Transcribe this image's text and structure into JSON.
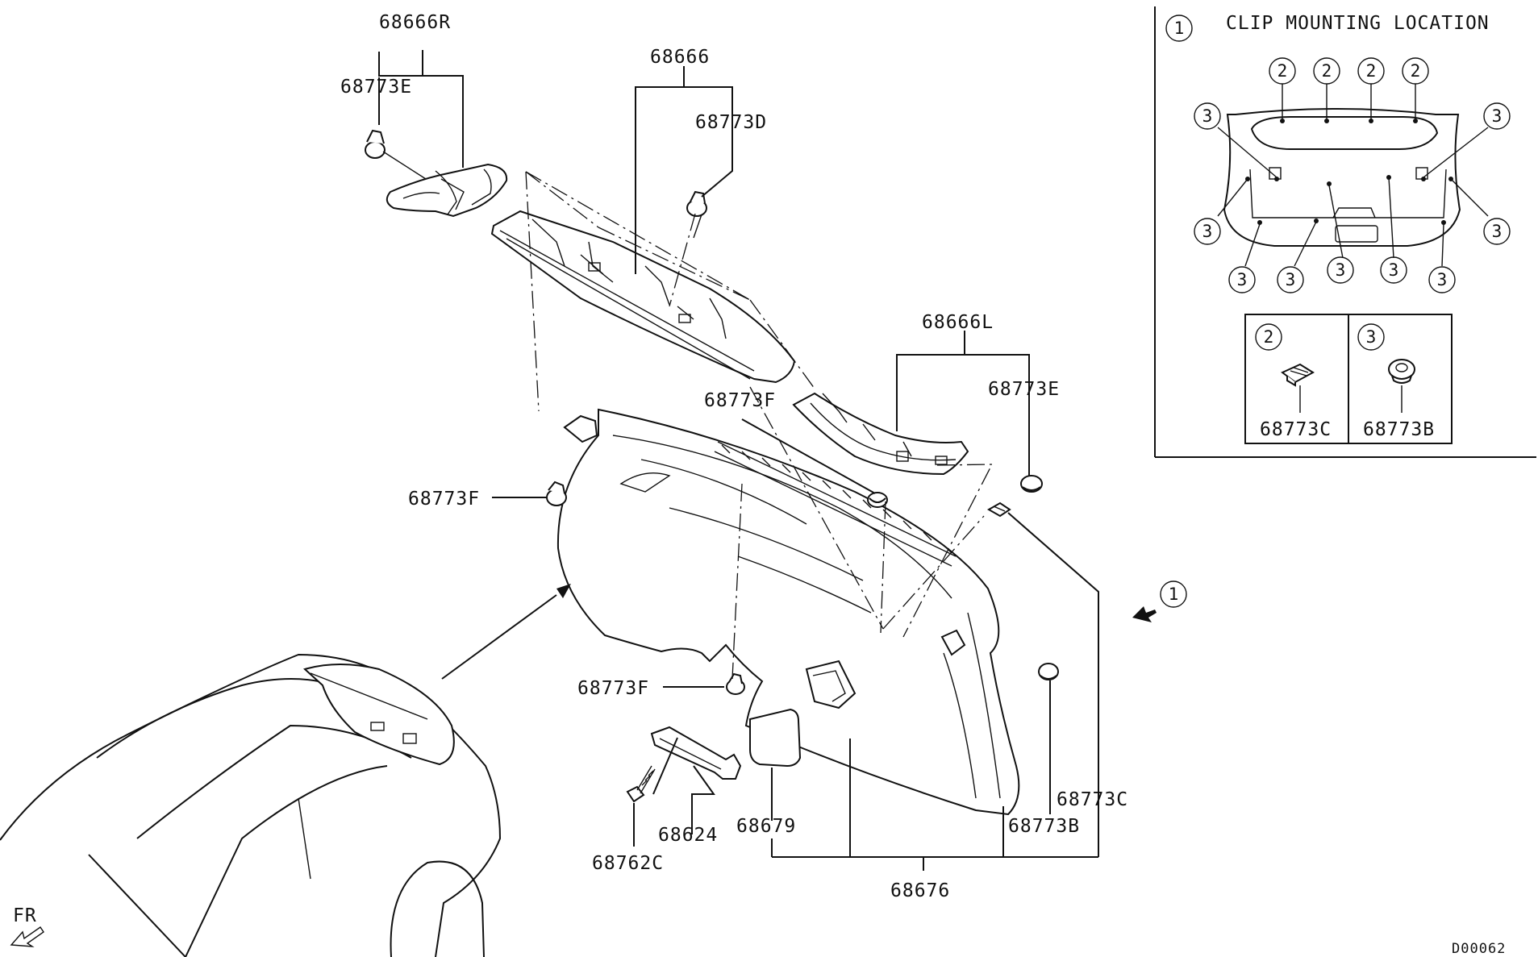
{
  "labels": {
    "p68666R": "68666R",
    "p68773E_top": "68773E",
    "p68666": "68666",
    "p68773D": "68773D",
    "p68666L": "68666L",
    "p68773F_mid": "68773F",
    "p68773E_right": "68773E",
    "p68773F_left": "68773F",
    "p68773F_low": "68773F",
    "p68624": "68624",
    "p68762C": "68762C",
    "p68679": "68679",
    "p68676": "68676",
    "p68773C": "68773C",
    "p68773B": "68773B"
  },
  "callout_main": "1",
  "inset": {
    "number": "1",
    "title": "CLIP MOUNTING LOCATION",
    "top_clip_number": "2",
    "side_clip_number": "3",
    "legend": [
      {
        "number": "2",
        "part": "68773C"
      },
      {
        "number": "3",
        "part": "68773B"
      }
    ]
  },
  "orientation": "FR",
  "drawing_code": "D00062"
}
